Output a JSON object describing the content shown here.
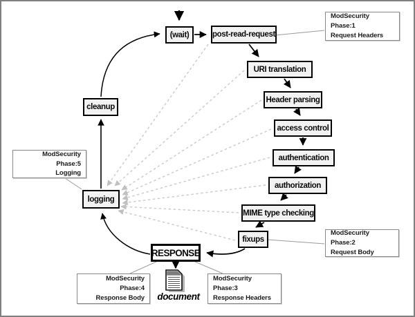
{
  "diagram": {
    "nodes": {
      "wait": "(wait)",
      "post_read_request": "post-read-request",
      "uri_translation": "URI translation",
      "header_parsing": "Header parsing",
      "access_control": "access control",
      "authentication": "authentication",
      "authorization": "authorization",
      "mime_type_checking": "MIME type checking",
      "fixups": "fixups",
      "response": "RESPONSE",
      "logging": "logging",
      "cleanup": "cleanup"
    },
    "annotations": {
      "phase1": {
        "line1": "ModSecurity Phase:1",
        "line2": "Request Headers"
      },
      "phase2": {
        "line1": "ModSecurity Phase:2",
        "line2": "Request Body"
      },
      "phase3": {
        "line1": "ModSecurity Phase:3",
        "line2": "Response Headers"
      },
      "phase4": {
        "line1": "ModSecurity Phase:4",
        "line2": "Response Body"
      },
      "phase5": {
        "line1": "ModSecurity Phase:5",
        "line2": "Logging"
      }
    },
    "document_label": "document",
    "colors": {
      "node_border": "#000000",
      "node_fill": "#f2f2f2",
      "annotation_border": "#888888",
      "dashed_line": "#c9c9c9",
      "connector_gray": "#999999",
      "canvas_border": "#7f7f7f"
    }
  }
}
